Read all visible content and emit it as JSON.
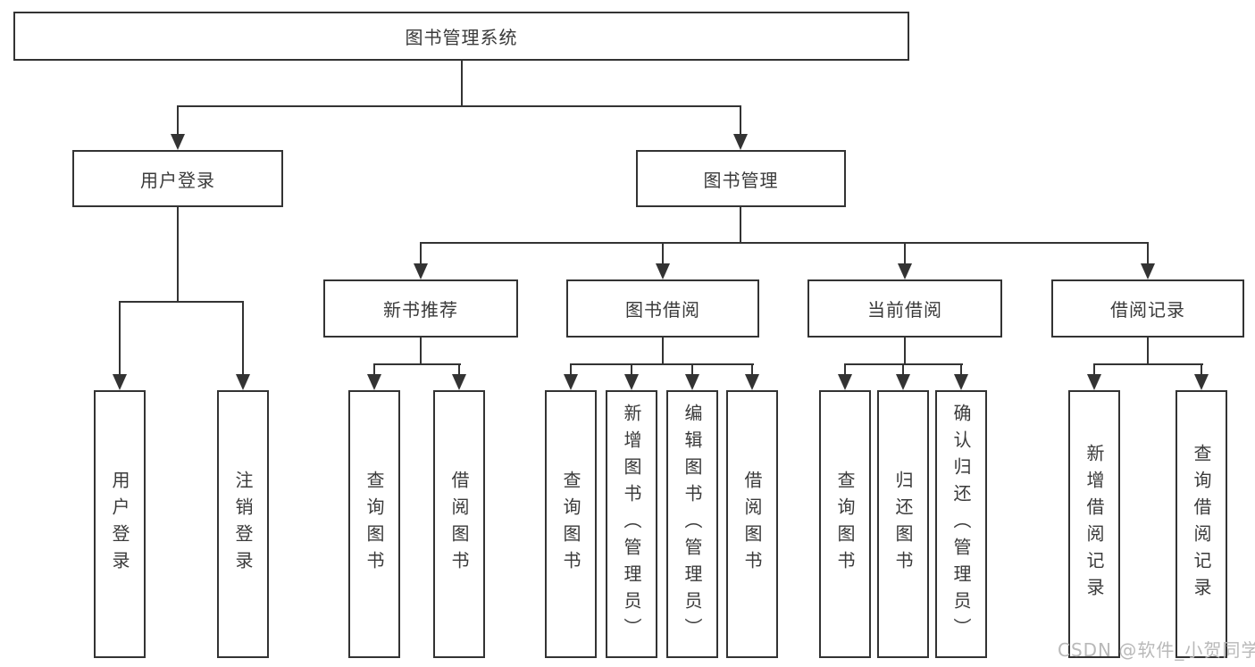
{
  "diagram": {
    "root": {
      "label": "图书管理系统"
    },
    "level2": [
      {
        "label": "用户登录",
        "children": [
          {
            "label": "用户登录"
          },
          {
            "label": "注销登录"
          }
        ]
      },
      {
        "label": "图书管理",
        "children": [
          {
            "label": "新书推荐",
            "children": [
              {
                "label": "查询图书"
              },
              {
                "label": "借阅图书"
              }
            ]
          },
          {
            "label": "图书借阅",
            "children": [
              {
                "label": "查询图书"
              },
              {
                "label": "新增图书（管理员）"
              },
              {
                "label": "编辑图书（管理员）"
              },
              {
                "label": "借阅图书"
              }
            ]
          },
          {
            "label": "当前借阅",
            "children": [
              {
                "label": "查询图书"
              },
              {
                "label": "归还图书"
              },
              {
                "label": "确认归还（管理员）"
              }
            ]
          },
          {
            "label": "借阅记录",
            "children": [
              {
                "label": "新增借阅记录"
              },
              {
                "label": "查询借阅记录"
              }
            ]
          }
        ]
      }
    ]
  },
  "watermark": {
    "text": "CSDN @软件_小贺同学"
  },
  "colors": {
    "line": "#333333",
    "text": "#3a3a3a",
    "watermark": "#b9b9b9",
    "background": "#ffffff"
  }
}
